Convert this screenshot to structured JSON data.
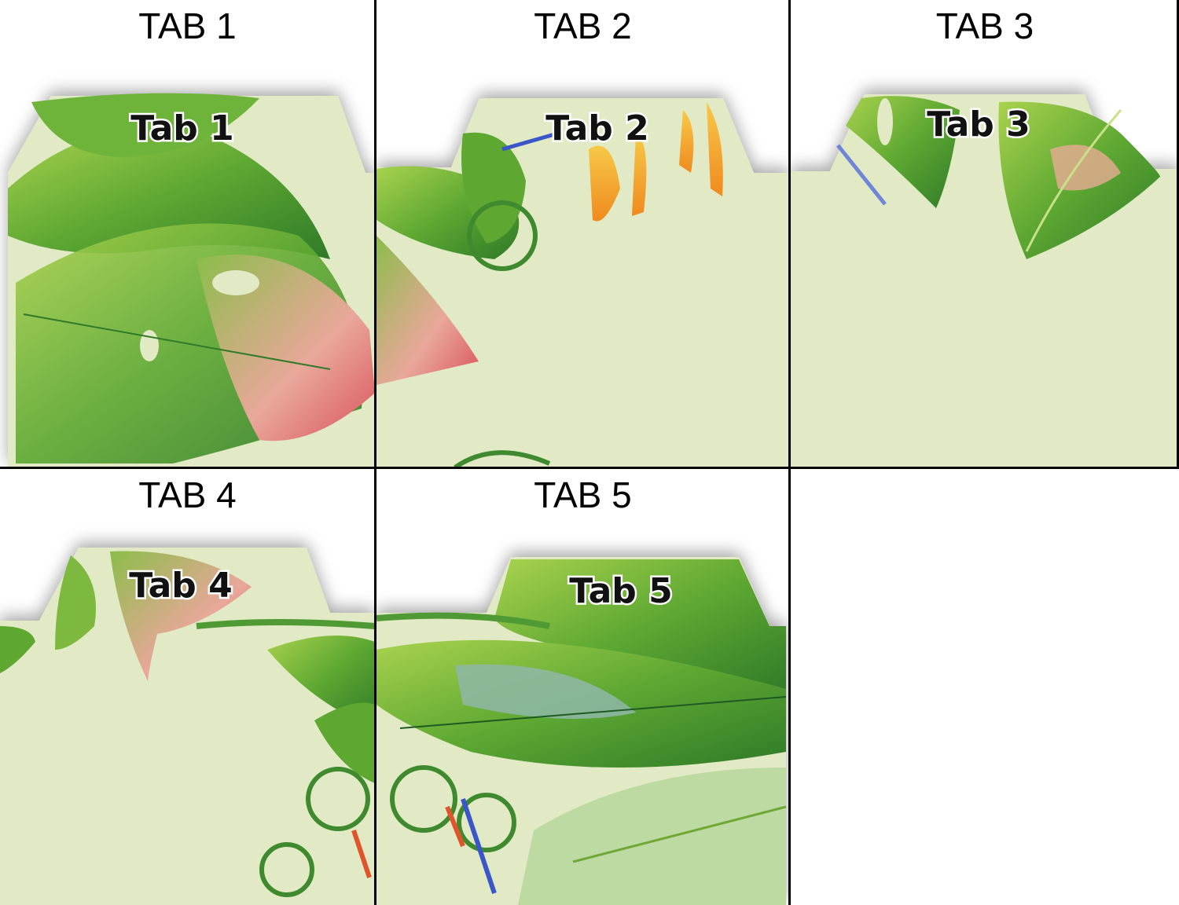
{
  "cells": [
    {
      "heading": "TAB 1",
      "tab_label": "Tab 1"
    },
    {
      "heading": "TAB 2",
      "tab_label": "Tab 2"
    },
    {
      "heading": "TAB 3",
      "tab_label": "Tab 3"
    },
    {
      "heading": "TAB 4",
      "tab_label": "Tab 4"
    },
    {
      "heading": "TAB 5",
      "tab_label": "Tab 5"
    }
  ],
  "colors": {
    "card": "#e1eac4",
    "leaf": "#5ea832",
    "leaf_dark": "#2f7a28",
    "pink": "#e58a86",
    "orange": "#f2a533"
  }
}
